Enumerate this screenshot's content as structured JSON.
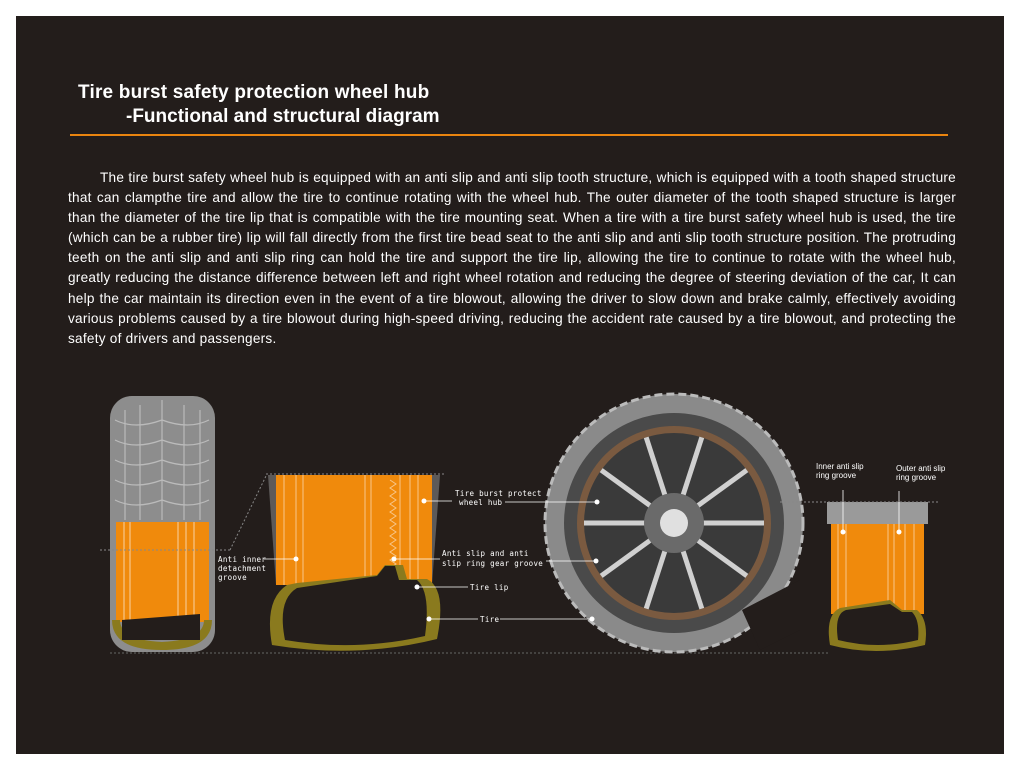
{
  "title": {
    "line1": "Tire burst safety protection wheel hub",
    "line2": "-Functional and structural diagram"
  },
  "description": "The tire burst safety wheel hub is equipped with an anti slip and anti slip tooth structure, which is equipped with a tooth shaped structure that can clampthe tire and allow the tire to continue rotating with the wheel hub. The outer diameter of the tooth shaped structure is larger than the diameter of the tire lip that is compatible with the tire mounting seat. When a tire with a tire burst safety wheel hub is used, the tire (which can be a rubber tire) lip will fall directly from the first tire bead seat to the anti slip and anti slip tooth structure position. The protruding teeth on the anti slip and anti slip ring can hold the tire and support the tire lip, allowing the tire to continue to rotate with the wheel hub, greatly reducing the distance difference between left and right wheel rotation and reducing the degree of steering deviation of the car, It can help the car maintain its direction even in the event of a tire blowout, allowing the driver to slow down and brake calmly, effectively avoiding various problems caused by a tire blowout during high-speed driving, reducing the accident rate caused by a tire blowout, and protecting the safety of drivers and passengers.",
  "labels": {
    "anti_inner_1": "Anti inner",
    "anti_inner_2": "detachment",
    "anti_inner_3": "groove",
    "hub_1": "Tire burst protect",
    "hub_2": "wheel hub",
    "gear_1": "Anti slip and anti",
    "gear_2": "slip ring gear groove",
    "tire_lip": "Tire lip",
    "tire": "Tire",
    "inner_ring_1": "Inner anti slip",
    "inner_ring_2": "ring groove",
    "outer_ring_1": "Outer anti slip",
    "outer_ring_2": "ring groove"
  },
  "colors": {
    "background": "#231d1b",
    "accent": "#e9840f",
    "hub": "#f08a0c",
    "tire_section": "#8a7a1e",
    "tire_gray": "#9a9a9a"
  }
}
